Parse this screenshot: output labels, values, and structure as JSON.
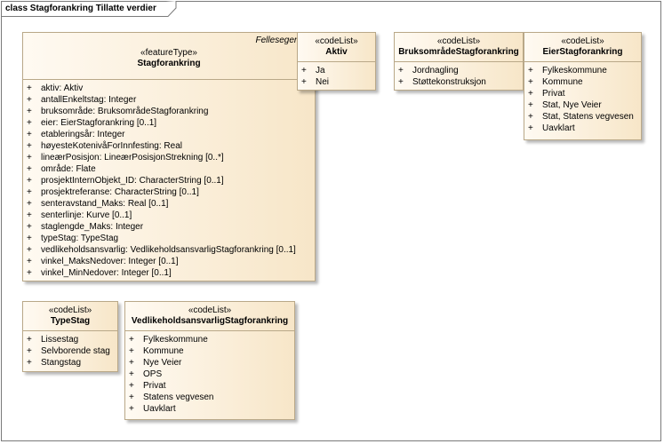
{
  "diagram": {
    "frame_label": "class Stagforankring Tillatte verdier"
  },
  "classes": {
    "stagforankring": {
      "supertype_label": "Fellesegenska",
      "stereotype": "«featureType»",
      "name": "Stagforankring",
      "attributes": [
        "aktiv: Aktiv",
        "antallEnkeltstag: Integer",
        "bruksområde: BruksområdeStagforankring",
        "eier: EierStagforankring [0..1]",
        "etableringsår: Integer",
        "høyesteKotenivåForInnfesting: Real",
        "lineærPosisjon: LineærPosisjonStrekning [0..*]",
        "område: Flate",
        "prosjektInternObjekt_ID: CharacterString [0..1]",
        "prosjektreferanse: CharacterString [0..1]",
        "senteravstand_Maks: Real [0..1]",
        "senterlinje: Kurve [0..1]",
        "staglengde_Maks: Integer",
        "typeStag: TypeStag",
        "vedlikeholdsansvarlig: VedlikeholdsansvarligStagforankring [0..1]",
        "vinkel_MaksNedover: Integer [0..1]",
        "vinkel_MinNedover: Integer [0..1]"
      ]
    },
    "aktiv": {
      "stereotype": "«codeList»",
      "name": "Aktiv",
      "values": [
        "Ja",
        "Nei"
      ]
    },
    "bruksomrade": {
      "stereotype": "«codeList»",
      "name": "BruksområdeStagforankring",
      "values": [
        "Jordnagling",
        "Støttekonstruksjon"
      ]
    },
    "eier": {
      "stereotype": "«codeList»",
      "name": "EierStagforankring",
      "values": [
        "Fylkeskommune",
        "Kommune",
        "Privat",
        "Stat, Nye Veier",
        "Stat, Statens vegvesen",
        "Uavklart"
      ]
    },
    "typestag": {
      "stereotype": "«codeList»",
      "name": "TypeStag",
      "values": [
        "Lissestag",
        "Selvborende stag",
        "Stangstag"
      ]
    },
    "vedlikehold": {
      "stereotype": "«codeList»",
      "name": "VedlikeholdsansvarligStagforankring",
      "values": [
        "Fylkeskommune",
        "Kommune",
        "Nye Veier",
        "OPS",
        "Privat",
        "Statens vegvesen",
        "Uavklart"
      ]
    }
  },
  "symbols": {
    "plus": "+"
  },
  "colors": {
    "box_light": "#fffaf2",
    "box_dark": "#f7e6c8",
    "box_border": "#b9a888",
    "frame_border": "#7a7a7a"
  }
}
